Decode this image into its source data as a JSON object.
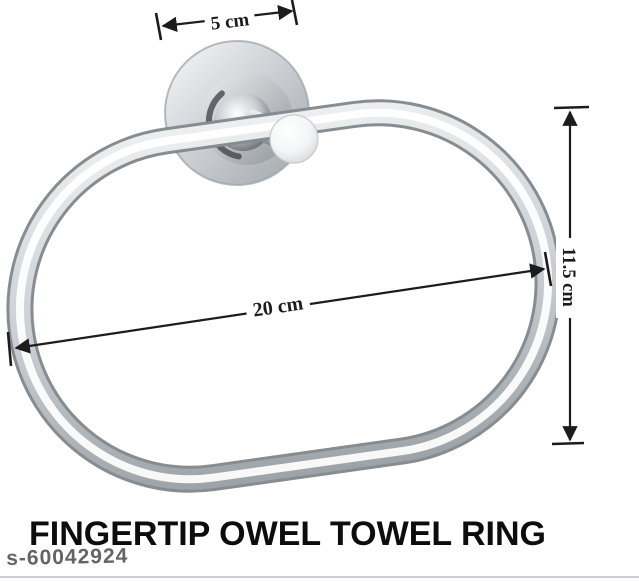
{
  "product": {
    "title": "FINGERTIP OWEL TOWEL RING",
    "watermark": "s-60042924"
  },
  "dimension_annotations": {
    "mount_width": "5 cm",
    "ring_length": "20 cm",
    "ring_height": "11.5 cm"
  },
  "colors": {
    "background": "#ffffff",
    "annotation_ink": "#1c1c1c",
    "title_ink": "#0d0d0d",
    "watermark_ink": "#4f4f4f",
    "bottom_rule": "#cbced4",
    "chrome_light": "#f2f3f4",
    "chrome_mid": "#c6cace",
    "chrome_dark": "#878c91"
  }
}
